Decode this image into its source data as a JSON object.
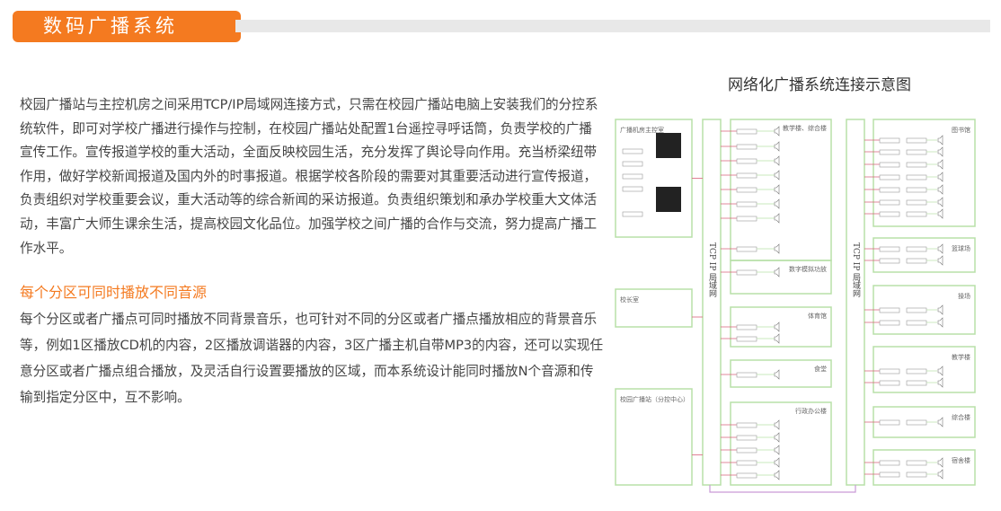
{
  "header": {
    "title": "数码广播系统"
  },
  "intro": {
    "text": "校园广播站与主控机房之间采用TCP/IP局域网连接方式，只需在校园广播站电脑上安装我们的分控系统软件，即可对学校广播进行操作与控制，在校园广播站处配置1台遥控寻呼话筒，负责学校的广播宣传工作。宣传报道学校的重大活动，全面反映校园生活，充分发挥了舆论导向作用。充当桥梁纽带作用，做好学校新闻报道及国内外的时事报道。根据学校各阶段的需要对其重要活动进行宣传报道，负责组织对学校重要会议，重大活动等的综合新闻的采访报道。负责组织策划和承办学校重大文体活动，丰富广大师生课余生活，提高校园文化品位。加强学校之间广播的合作与交流，努力提高广播工作水平。"
  },
  "section": {
    "heading": "每个分区可同时播放不同音源",
    "text": "每个分区或者广播点可同时播放不同背景音乐，也可针对不同的分区或者广播点播放相应的背景音乐等，例如1区播放CD机的内容，2区播放调谐器的内容，3区广播主机自带MP3的内容，还可以实现任意分区或者广播点组合播放，及灵活自行设置要播放的区域，而本系统设计能同时播放N个音源和传输到指定分区中，互不影响。"
  },
  "diagram": {
    "title": "网络化广播系统连接示意图",
    "network_label": "TCP IP 局域网",
    "left_boxes": [
      "广播机房主控室",
      "校长室",
      "校园广播站（分控中心）"
    ],
    "mid_boxes": [
      "教学楼、综合楼",
      "数字模拟功放",
      "体育馆",
      "食堂",
      "行政办公楼"
    ],
    "right_boxes": [
      "图书馆",
      "篮球场",
      "操场",
      "教学楼",
      "综合楼",
      "宿舍楼"
    ],
    "colors": {
      "box": "#b8e0a8",
      "link": "#d9607a",
      "loop": "#c99ad6"
    }
  }
}
